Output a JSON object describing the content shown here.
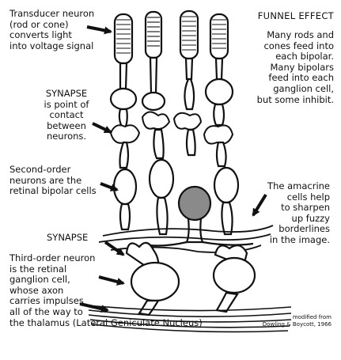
{
  "diagram": {
    "labels": {
      "transducer": "Transducer neuron\n(rod or cone)\nconverts light\ninto voltage signal",
      "synapse_top": "SYNAPSE\nis point of\ncontact\nbetween\nneurons.",
      "second_order": "Second-order\nneurons are the\nretinal bipolar cells",
      "synapse_bottom": "SYNAPSE",
      "third_order": "Third-order neuron\nis the retinal\nganglion cell,\nwhose axon\ncarries impulses\nall of the way to\nthe thalamus (Lateral Geniculate Nucleus)",
      "funnel_title": "FUNNEL EFFECT",
      "funnel_body": "Many rods and\ncones feed into\neach bipolar.\nMany bipolars\nfeed into each\nganglion cell,\nbut some inhibit.",
      "amacrine": "The amacrine\ncells help\nto sharpen\nup fuzzy\nborderlines\nin the image.",
      "credit": "modified from\nDowling & Boycott, 1966"
    },
    "colors": {
      "ink": "#111111",
      "amacrine_fill": "#8a8a8a",
      "background": "#ffffff"
    }
  }
}
